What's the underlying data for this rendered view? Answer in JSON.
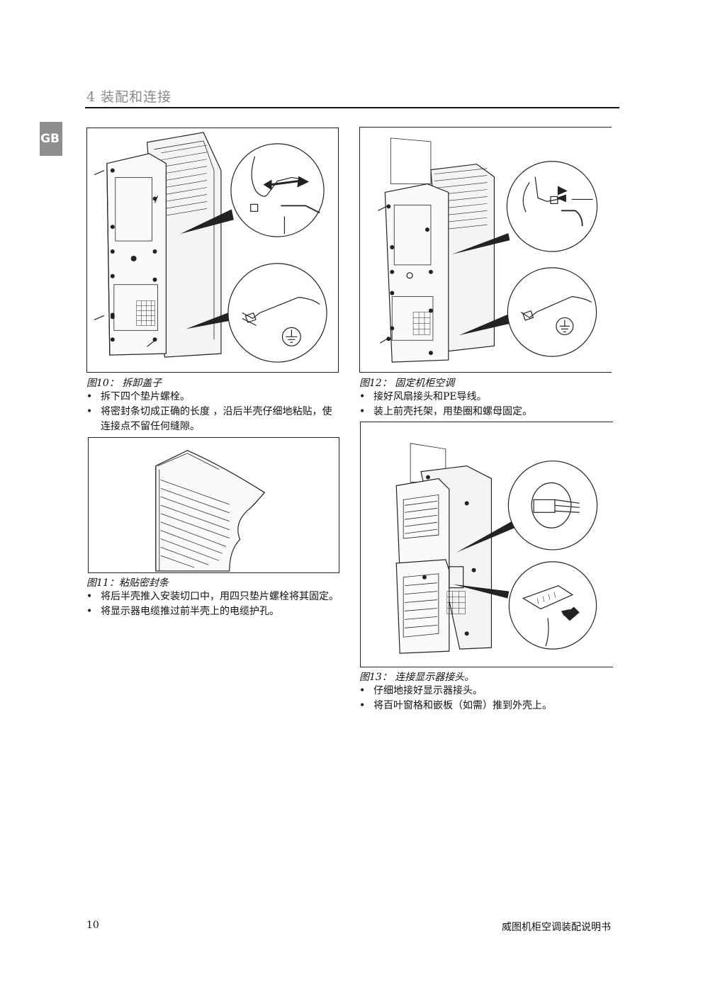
{
  "header": {
    "chapter": "4  装配和连接"
  },
  "side_tab": {
    "label": "GB"
  },
  "left_column": {
    "fig10": {
      "caption": "图10：  拆卸盖子",
      "bullets": [
        "拆下四个垫片螺栓。",
        "将密封条切成正确的长度 ，沿后半壳仔细地粘贴，使连接点不留任何缝隙。"
      ]
    },
    "fig11": {
      "caption": "图11：粘贴密封条",
      "bullets": [
        "将后半壳推入安装切口中，用四只垫片螺栓将其固定。",
        "将显示器电缆推过前半壳上的电缆护孔。"
      ]
    }
  },
  "right_column": {
    "fig12": {
      "caption": "图12：  固定机柜空调",
      "bullets": [
        "接好风扇接头和PE导线。",
        "装上前壳托架，用垫圈和螺母固定。"
      ]
    },
    "fig13": {
      "caption": "图13：  连接显示器接头。",
      "bullets": [
        "仔细地接好显示器接头。",
        "将百叶窗格和嵌板（如需）推到外壳上。"
      ]
    }
  },
  "footer": {
    "page_number": "10",
    "document_title": "威图机柜空调装配说明书"
  },
  "icons": [
    "ground-symbol-icon",
    "arrow-icon"
  ]
}
